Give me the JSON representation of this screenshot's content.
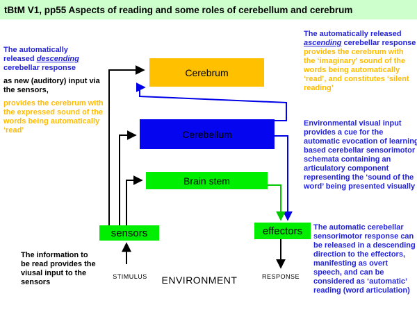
{
  "title": "tBtM V1, pp55 Aspects of reading and some roles of cerebellum and cerebrum",
  "boxes": {
    "cerebrum": "Cerebrum",
    "cerebellum": "Cerebellum",
    "brainstem": "Brain stem",
    "sensors": "sensors",
    "effectors": "effectors"
  },
  "annotations": {
    "left": {
      "blue_pre": "The automatically released ",
      "blue_em": "descending",
      "blue_post": " cerebellar response",
      "black": "as new (auditory) input via the sensors,",
      "orange": "provides the cerebrum with the expressed sound of the words being automatically ‘read’"
    },
    "top_right": {
      "blue_pre": "The automatically released ",
      "blue_em": "ascending",
      "blue_post": " cerebellar response",
      "orange": "provides the cerebrum with the ‘imaginary’ sound of the words being automatically ‘read’, and constitutes ‘silent reading’"
    },
    "mid_right": "Environmental visual input provides a cue for the automatic evocation of learning based cerebellar sensorimotor schemata containing an articulatory component representing the ‘sound of the word’ being presented visually",
    "bottom_right": "The automatic cerebellar sensorimotor response can be released in a descending direction to the effectors, manifesting as overt speech, and can be considered as ‘automatic’ reading (word articulation)",
    "bottom_left": "The information to be read provides the viusal input to the sensors"
  },
  "labels": {
    "stimulus": "STIMULUS",
    "environment": "ENVIRONMENT",
    "response": "RESPONSE"
  },
  "colors": {
    "title_bg": "#ccffcc",
    "cerebrum_fill": "#ffc000",
    "cerebellum_fill": "#0505f0",
    "green_fill": "#00ee00",
    "blue_text": "#2323dd",
    "orange_text": "#ffbb00",
    "blue_line": "#0000e8",
    "green_line": "#00c800",
    "black_line": "#000000"
  }
}
